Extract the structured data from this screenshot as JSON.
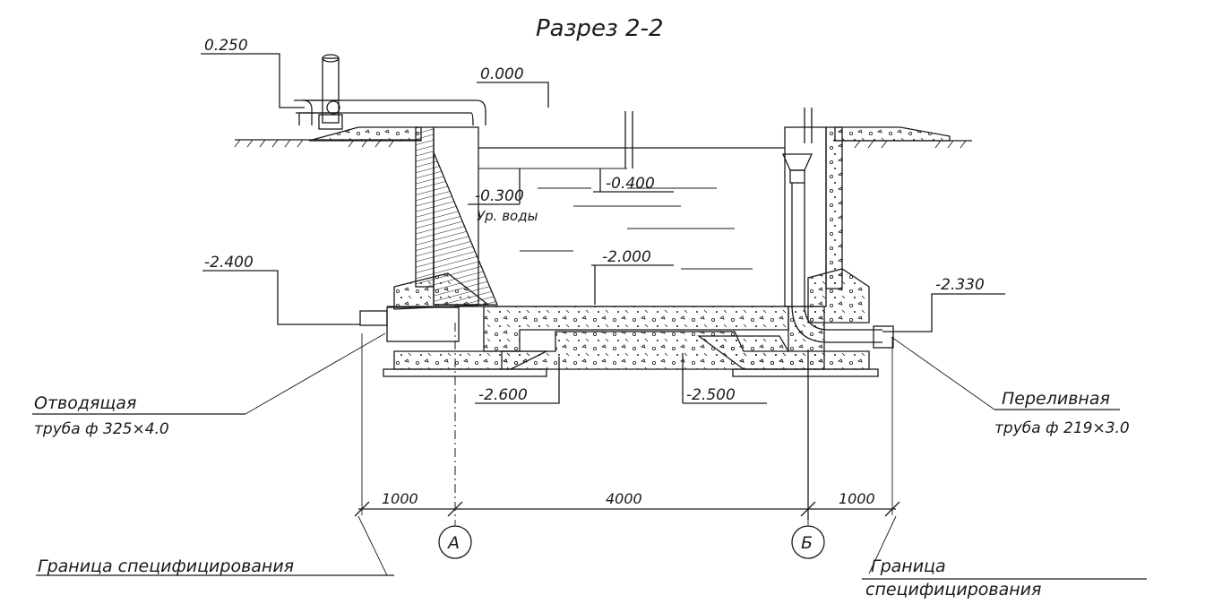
{
  "title": "Разрез 2-2",
  "elevations": {
    "e_0250": "0.250",
    "e_0000": "0.000",
    "e_m0300": "-0.300",
    "e_water": "Ур. воды",
    "e_m0400": "-0.400",
    "e_m2400": "-2.400",
    "e_m2000": "-2.000",
    "e_m2330": "-2.330",
    "e_m2600": "-2.600",
    "e_m2500": "-2.500"
  },
  "pipes": {
    "outlet_line1": "Отводящая",
    "outlet_line2": "труба  ф 325×4.0",
    "overflow_line1": "Переливная",
    "overflow_line2": "труба  ф 219×3.0"
  },
  "dimensions": {
    "left": "1000",
    "middle": "4000",
    "right": "1000"
  },
  "axes": {
    "axis_a": "А",
    "axis_b": "Б"
  },
  "boundaries": {
    "left": "Граница специфицирования",
    "right_line1": "Граница",
    "right_line2": "специфицирования"
  }
}
